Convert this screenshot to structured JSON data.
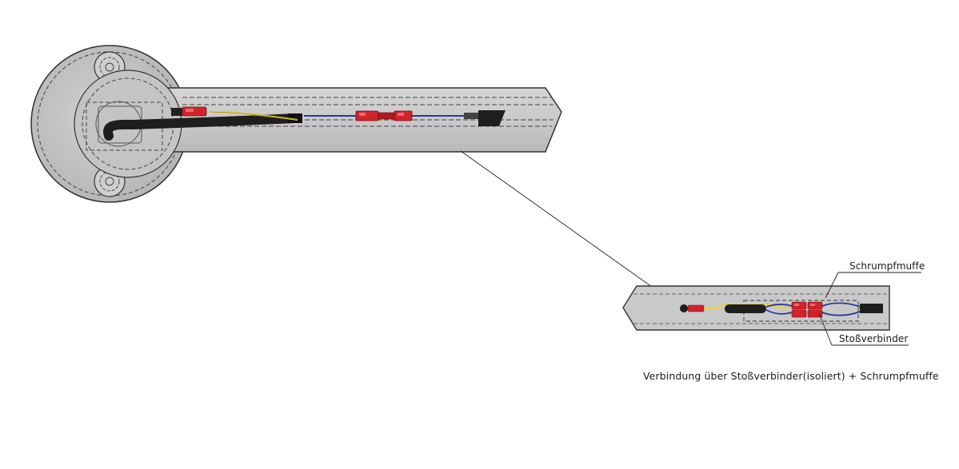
{
  "labels": {
    "heat_shrink_sleeve": "Schrumpfmuffe",
    "butt_connector": "Stoßverbinder"
  },
  "caption": "Verbindung über Stoßverbinder(isoliert) + Schrumpfmuffe",
  "colors": {
    "body_fill": "#c8c8c8",
    "body_stroke": "#333333",
    "cable_black": "#1e1e1e",
    "wire_blue": "#2b3a9a",
    "wire_yellow": "#e9d23a",
    "connector_red": "#d2232a",
    "connector_red_light": "#ef6a6f"
  }
}
